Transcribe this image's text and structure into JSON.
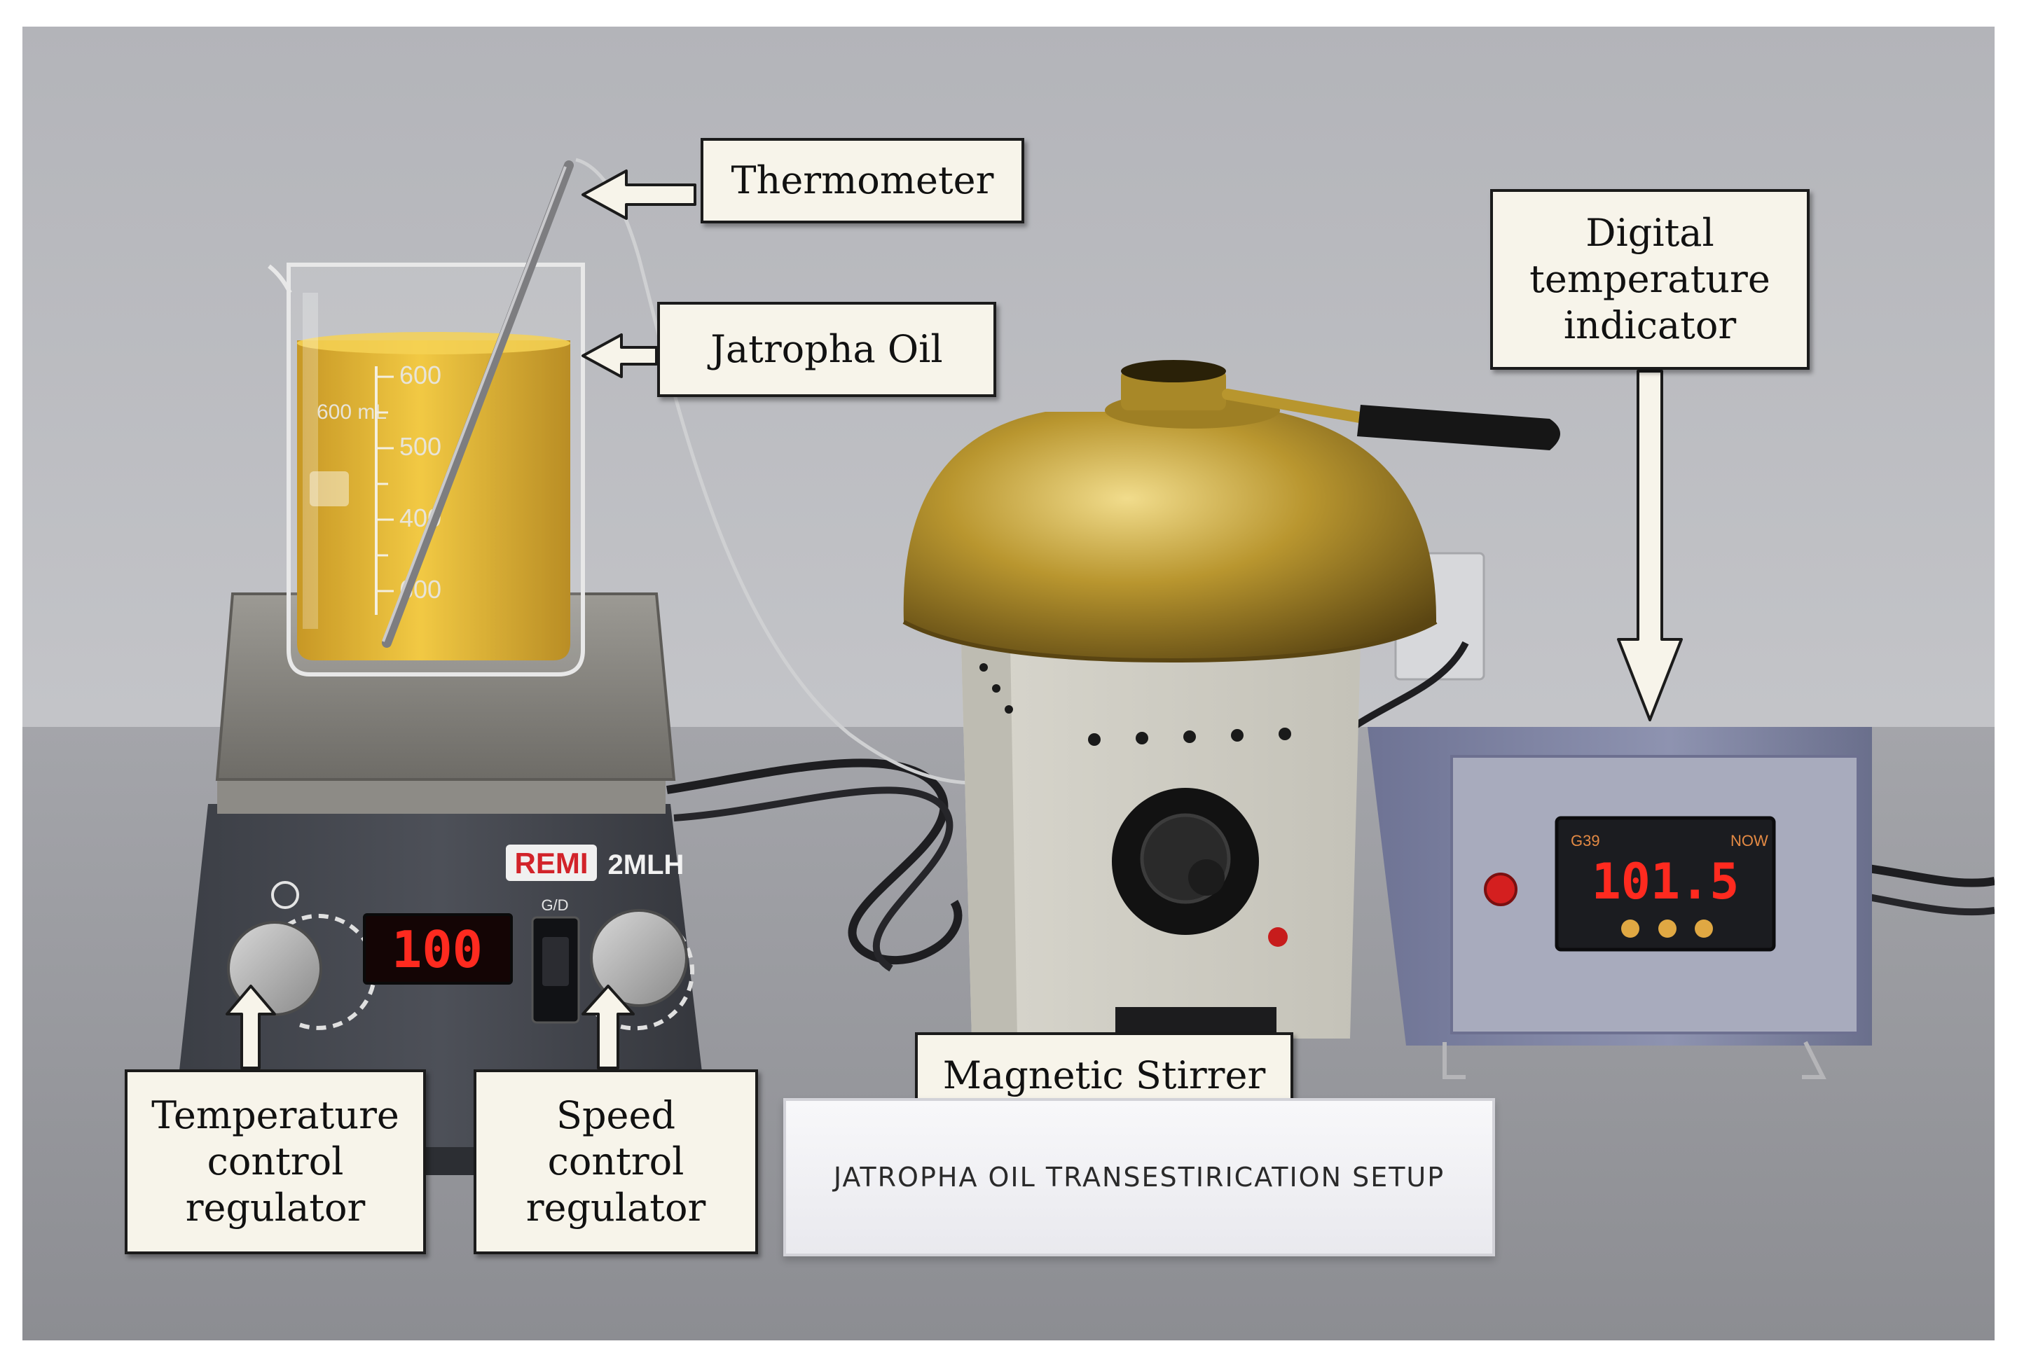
{
  "callouts": {
    "thermometer": "Thermometer",
    "jatropha_oil": "Jatropha Oil",
    "digital_indicator": "Digital\ntemperature\nindicator",
    "magnetic_stirrer": "Magnetic Stirrer",
    "temp_regulator": "Temperature\ncontrol\nregulator",
    "speed_regulator": "Speed\ncontrol\nregulator"
  },
  "setup_label": "JATROPHA OIL TRANSESTIRICATION SETUP",
  "beaker": {
    "volume_label": "600 mL",
    "graduations": [
      "600",
      "500",
      "400",
      "600"
    ]
  },
  "hotplate": {
    "brand": "REMI",
    "model": "2MLH",
    "display_value": "100",
    "switch_label": "G/D"
  },
  "indicator": {
    "display_value": "101.5",
    "left_tag": "G39",
    "right_tag": "NOW"
  },
  "colors": {
    "oil": "#d9a514",
    "brass": "#b8962e",
    "background": "#b9babe",
    "lcd_red": "#ff2a1f",
    "callout_bg": "#f7f4ea"
  }
}
